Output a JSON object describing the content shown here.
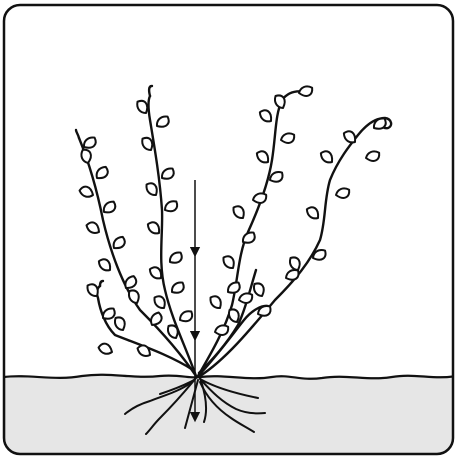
{
  "illustration": {
    "subject": "vine-plant-illustration",
    "elements": [
      "frame",
      "soil",
      "stems",
      "leaves",
      "roots",
      "down-arrow"
    ],
    "colors": {
      "frame_stroke": "#111111",
      "soil_fill": "#e6e6e6",
      "line": "#111111",
      "leaf_fill": "#ffffff",
      "background": "#ffffff"
    }
  }
}
